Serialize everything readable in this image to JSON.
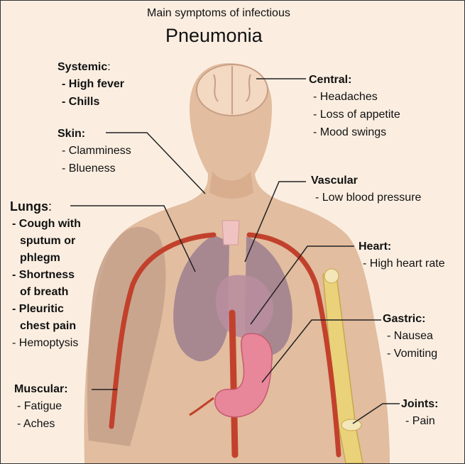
{
  "title": {
    "line1": "Main symptoms of infectious",
    "line2": "Pneumonia"
  },
  "groups": {
    "systemic": {
      "name": "Systemic",
      "colon": ":",
      "items": [
        "- High fever",
        "- Chills"
      ]
    },
    "skin": {
      "name": "Skin:",
      "items": [
        "- Clamminess",
        "- Blueness"
      ]
    },
    "lungs": {
      "name": "Lungs",
      "colon": ":",
      "items": [
        "- Cough with",
        "sputum or",
        "phlegm",
        "- Shortness",
        "of breath",
        "- Pleuritic",
        "chest pain",
        "- Hemoptysis"
      ]
    },
    "muscular": {
      "name": "Muscular:",
      "items": [
        "- Fatigue",
        "- Aches"
      ]
    },
    "central": {
      "name": "Central:",
      "items": [
        "- Headaches",
        "- Loss of appetite",
        "- Mood swings"
      ]
    },
    "vascular": {
      "name": "Vascular",
      "items": [
        "- Low blood pressure"
      ]
    },
    "heart": {
      "name": "Heart:",
      "items": [
        "- High heart rate"
      ]
    },
    "gastric": {
      "name": "Gastric:",
      "items": [
        "- Nausea",
        "- Vomiting"
      ]
    },
    "joints": {
      "name": "Joints:",
      "items": [
        "- Pain"
      ]
    }
  },
  "colors": {
    "background": "#fbeee1",
    "body": "#e2bd9f",
    "lungs": "#9c7f8e",
    "vessels": "#c2412c",
    "stomach": "#e8869a",
    "bone": "#e9d27a",
    "brain": "#f4d9c2",
    "muscle": "#c7a28c"
  }
}
